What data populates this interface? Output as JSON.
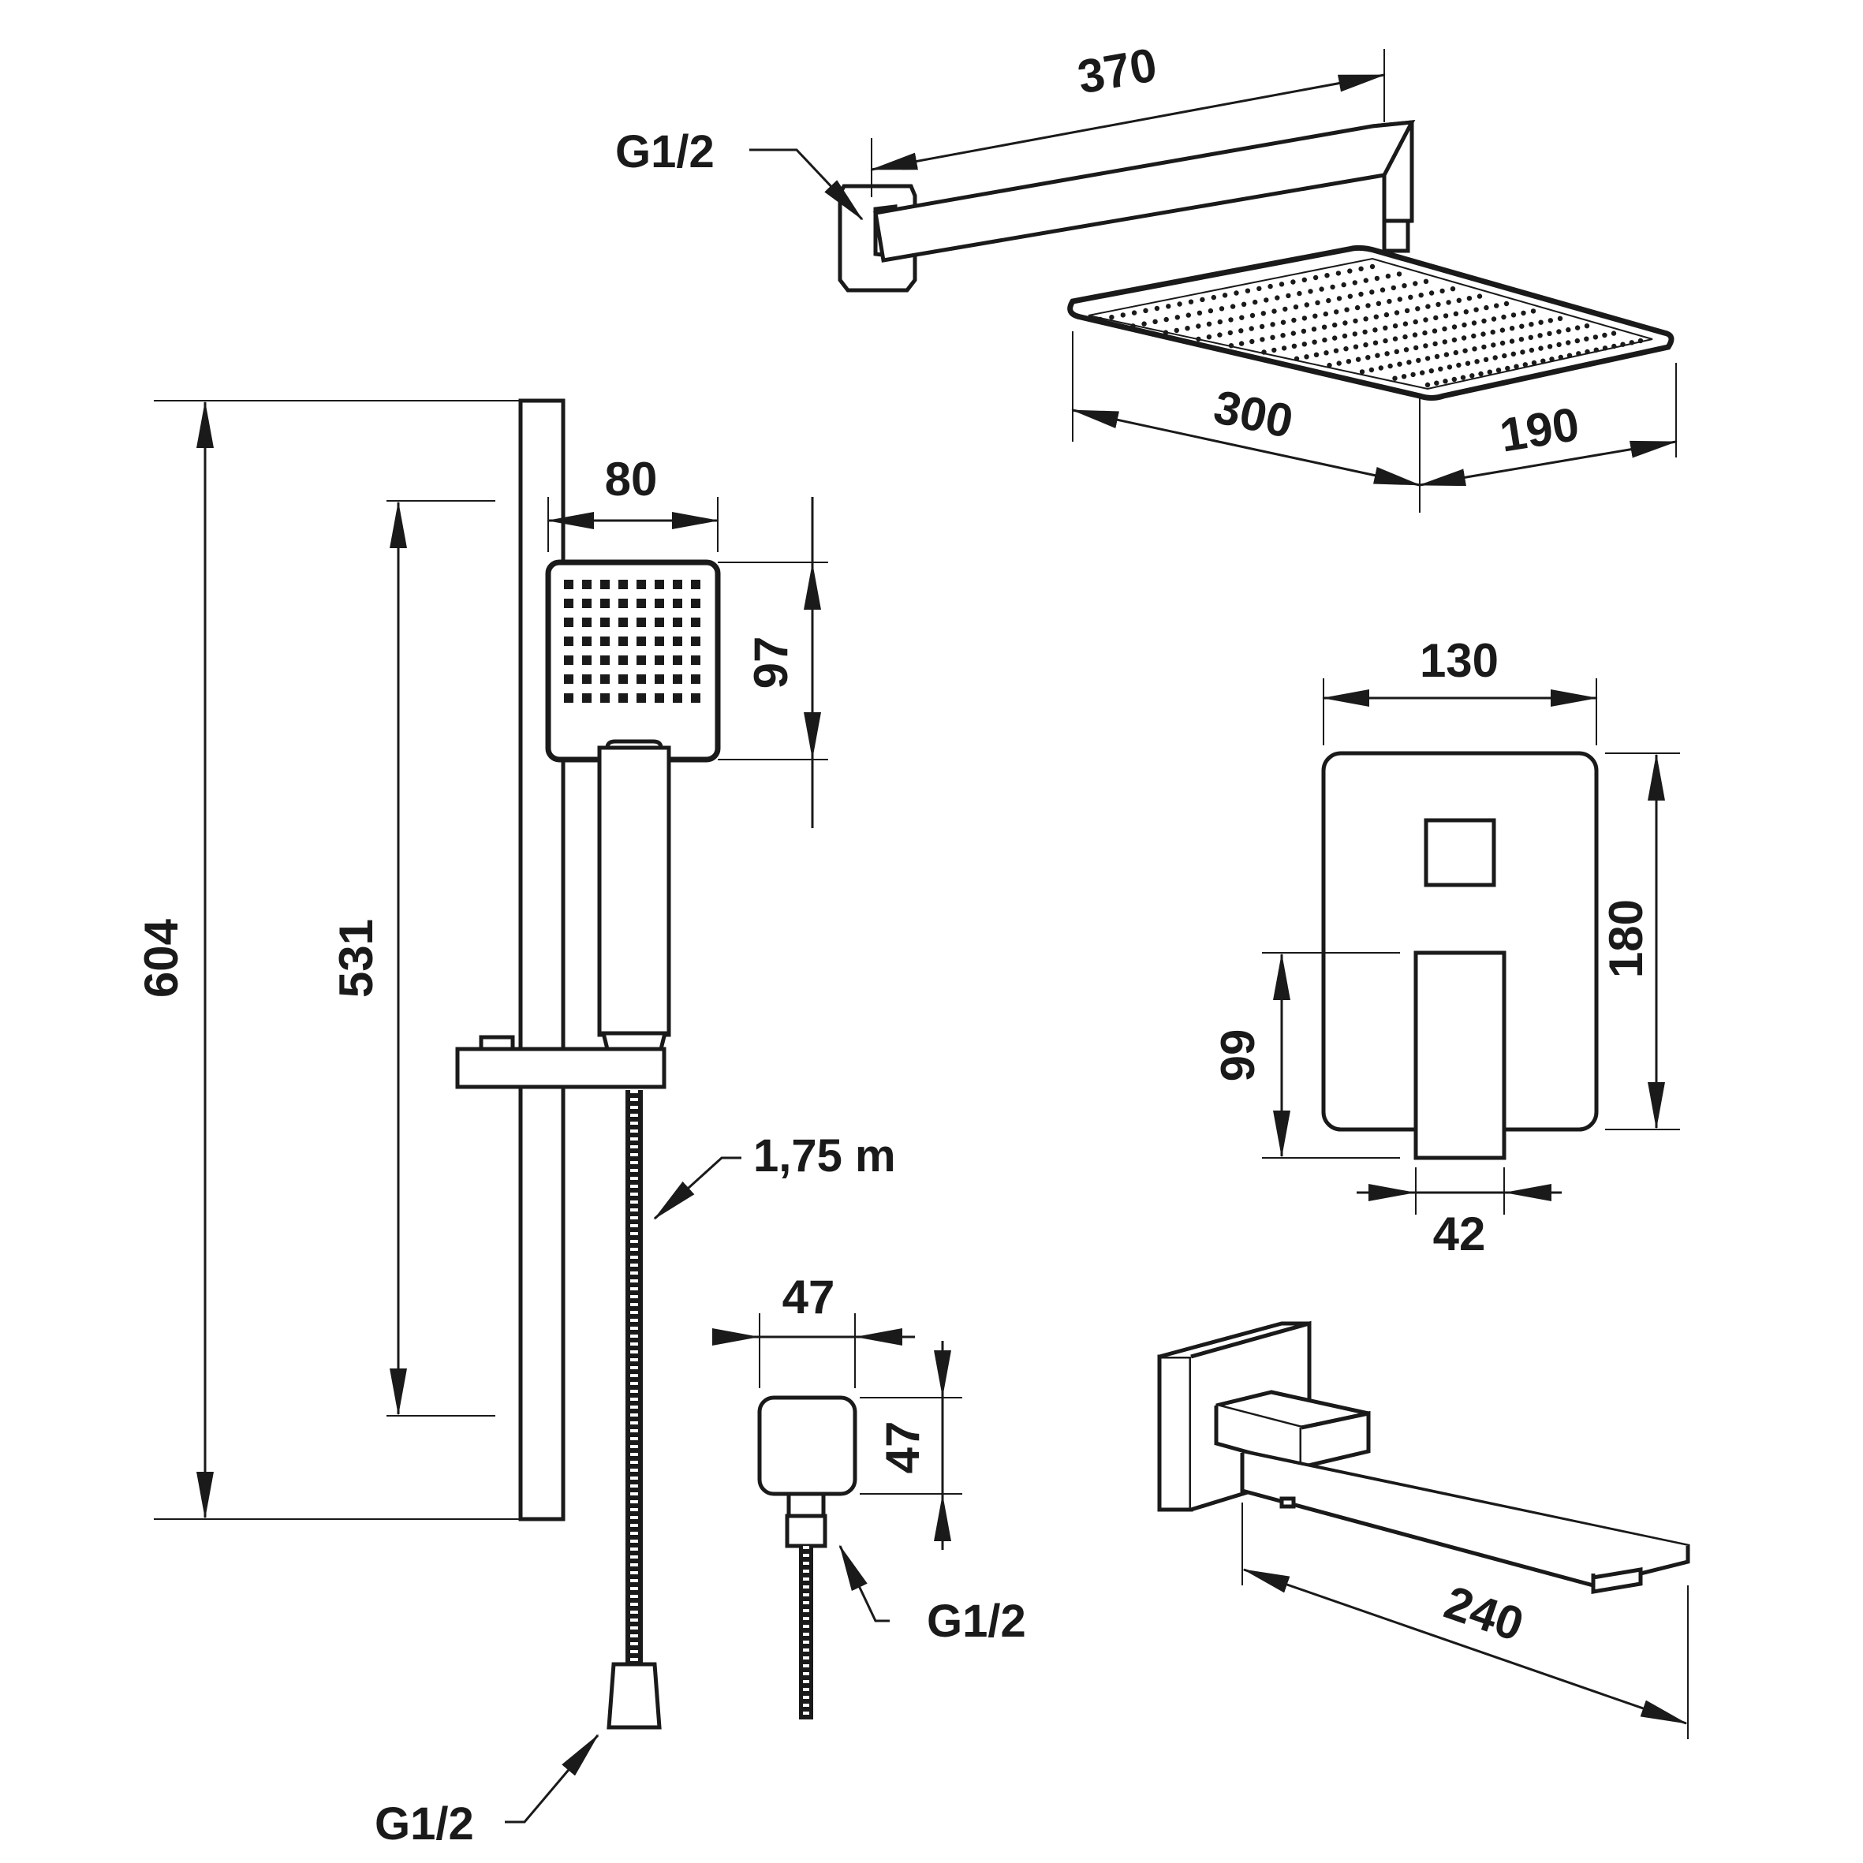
{
  "dimensions": {
    "shower_arm_length": "370",
    "rain_head_length": "300",
    "rain_head_width": "190",
    "slide_rail_total": "604",
    "slide_rail_spacing": "531",
    "hand_shower_width": "80",
    "hand_shower_height": "97",
    "hose_length": "1,75 m",
    "mixer_plate_width": "130",
    "mixer_plate_height": "180",
    "mixer_lever_height": "99",
    "mixer_lever_width": "42",
    "outlet_width": "47",
    "outlet_height": "47",
    "spout_length": "240"
  },
  "callouts": {
    "arm_thread": "G1/2",
    "outlet_thread": "G1/2",
    "hose_thread": "G1/2"
  }
}
